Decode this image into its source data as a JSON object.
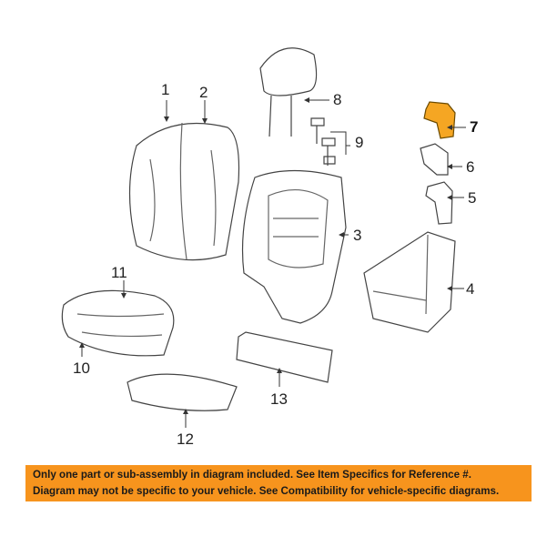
{
  "callouts": {
    "c1": "1",
    "c2": "2",
    "c3": "3",
    "c4": "4",
    "c5": "5",
    "c6": "6",
    "c7": "7",
    "c8": "8",
    "c9": "9",
    "c10": "10",
    "c11": "11",
    "c12": "12",
    "c13": "13"
  },
  "highlighted_part": "7",
  "colors": {
    "highlight": "#f5a623",
    "banner": "#f7941d"
  },
  "banner": {
    "line1": "Only one part or sub-assembly in diagram included. See Item Specifics for Reference #.",
    "line2": "Diagram may not be specific to your vehicle. See Compatibility for vehicle-specific diagrams."
  }
}
